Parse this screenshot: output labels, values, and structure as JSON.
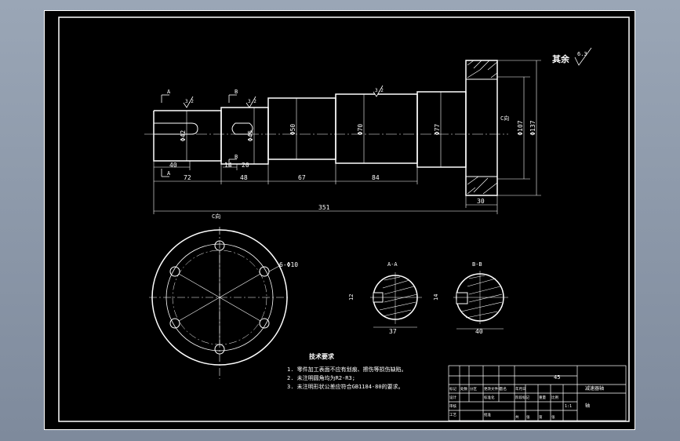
{
  "drawing": {
    "surface_finish": {
      "label": "其余",
      "value": "6.3"
    },
    "roughness_marks": [
      "3.2",
      "3.2",
      "3.2",
      "6.3"
    ],
    "section_labels": {
      "a": "A",
      "b": "B",
      "aa": "A-A",
      "bb": "B-B",
      "c": "C向",
      "c2": "C向"
    },
    "diameters": {
      "d42": "Φ42",
      "d45": "Φ45",
      "d50": "Φ50",
      "d70": "Φ70",
      "d77": "Φ77",
      "d107": "Φ107",
      "d137": "Φ137"
    },
    "lengths": {
      "l40": "40",
      "l72": "72",
      "l14": "14",
      "l20": "20",
      "l48": "48",
      "l67": "67",
      "l84": "84",
      "l30": "30",
      "l351": "351"
    },
    "key_dims": {
      "k12": "12",
      "k37": "37",
      "k14": "14",
      "k40": "40",
      "b_lbl": "B",
      "a_lbl": "A"
    },
    "holes_note": "6-Φ10",
    "tech_req": {
      "title": "技术要求",
      "items": [
        "1. 零件加工表面不应有划痕、擦伤等损伤缺陷。",
        "2. 未注明圆角均为R2-R3;",
        "3. 未注明形状公差应符合GB1184-80的要求。"
      ]
    },
    "title_block": {
      "part_name": "轴",
      "material": "45",
      "drawing_no": "减速器轴",
      "scale": "1:1",
      "cells": [
        "标记",
        "处数",
        "分区",
        "更改文件号",
        "签名",
        "年月日",
        "设计",
        "审核",
        "工艺",
        "批准",
        "标准化",
        "阶段标记",
        "重量",
        "比例",
        "共",
        "张",
        "第",
        "张"
      ]
    }
  }
}
